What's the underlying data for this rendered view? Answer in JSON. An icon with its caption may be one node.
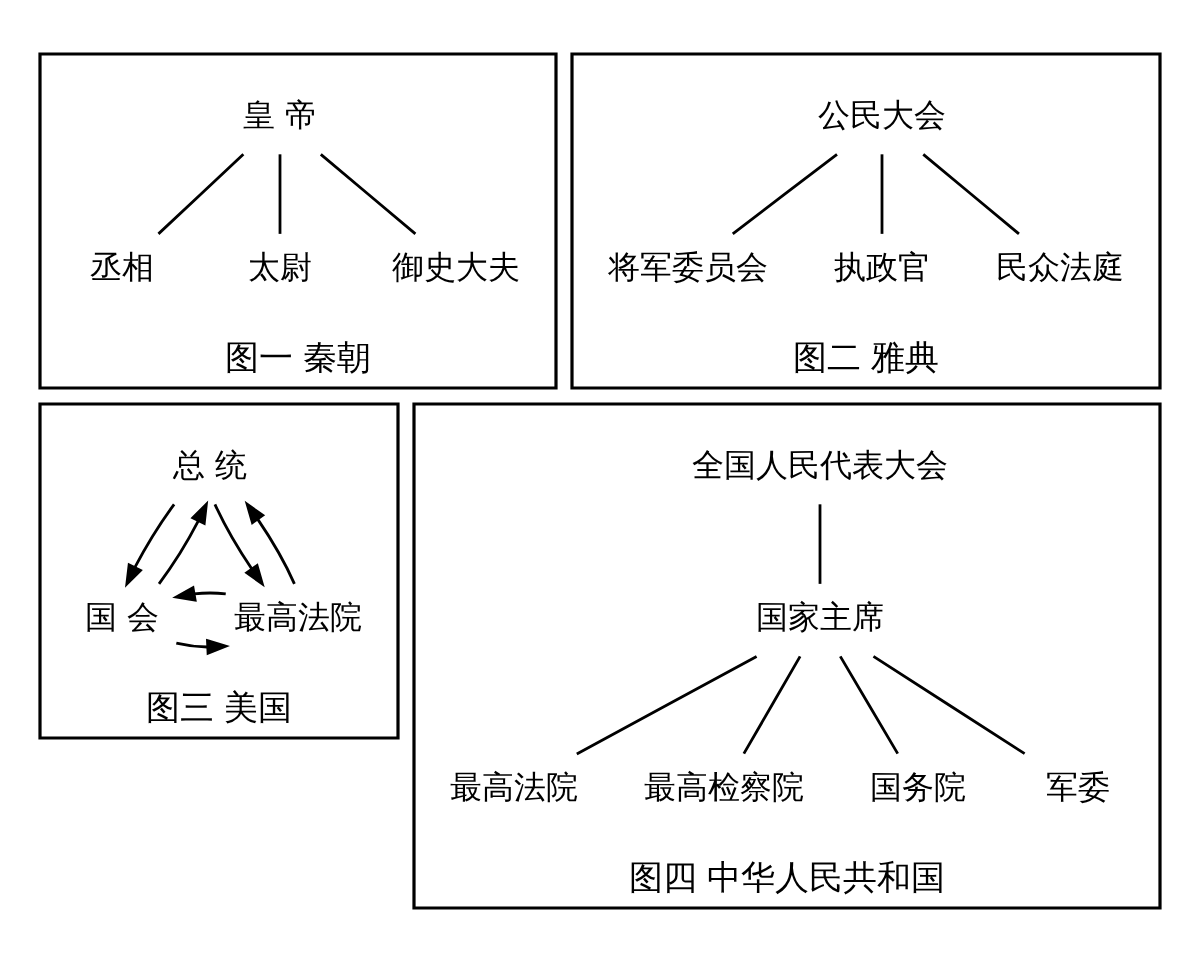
{
  "diagram": {
    "nodes": [
      {
        "text": [
          "图一 秦朝"
        ]
      },
      {
        "text": [
          "皇 帝"
        ],
        "in": 0
      },
      {
        "text": [
          "丞相"
        ],
        "in": 0
      },
      {
        "text": [
          "太尉"
        ],
        "in": 0
      },
      {
        "text": [
          "御史大夫"
        ],
        "in": 0
      },
      {
        "text": [
          "图二 雅典"
        ]
      },
      {
        "text": [
          "公民大会"
        ],
        "in": 5
      },
      {
        "text": [
          "将军委员会"
        ],
        "in": 5
      },
      {
        "text": [
          "执政官"
        ],
        "in": 5
      },
      {
        "text": [
          "民众法庭"
        ],
        "in": 5
      },
      {
        "text": [
          "图三 美国"
        ]
      },
      {
        "text": [
          "总 统"
        ],
        "in": 10
      },
      {
        "text": [
          "国 会"
        ],
        "in": 10
      },
      {
        "text": [
          "最高法院"
        ],
        "in": 10
      },
      {
        "text": [
          "图四 中华人民共和国"
        ]
      },
      {
        "text": [
          "全国人民代表大会"
        ],
        "in": 14
      },
      {
        "text": [
          "国家主席"
        ],
        "in": 14
      },
      {
        "text": [
          "最高法院"
        ],
        "in": 14
      },
      {
        "text": [
          "最高检察院"
        ],
        "in": 14
      },
      {
        "text": [
          "国务院"
        ],
        "in": 14
      },
      {
        "text": [
          "军委"
        ],
        "in": 14
      }
    ],
    "edges": [
      {
        "from": 1,
        "to": 2,
        "arrow": "none"
      },
      {
        "from": 1,
        "to": 3,
        "arrow": "none"
      },
      {
        "from": 1,
        "to": 4,
        "arrow": "none"
      },
      {
        "from": 6,
        "to": 7,
        "arrow": "none"
      },
      {
        "from": 6,
        "to": 8,
        "arrow": "none"
      },
      {
        "from": 6,
        "to": 9,
        "arrow": "none"
      },
      {
        "from": 12,
        "to": 11,
        "arrow": "to"
      },
      {
        "from": 11,
        "to": 12,
        "arrow": "to"
      },
      {
        "from": 13,
        "to": 11,
        "arrow": "to"
      },
      {
        "from": 11,
        "to": 13,
        "arrow": "to"
      },
      {
        "from": 12,
        "to": 13,
        "arrow": "to"
      },
      {
        "from": 13,
        "to": 12,
        "arrow": "to"
      },
      {
        "from": 15,
        "to": 16,
        "arrow": "none"
      },
      {
        "from": 16,
        "to": 17,
        "arrow": "none"
      },
      {
        "from": 16,
        "to": 18,
        "arrow": "none"
      },
      {
        "from": 16,
        "to": 19,
        "arrow": "none"
      },
      {
        "from": 16,
        "to": 20,
        "arrow": "none"
      }
    ]
  }
}
